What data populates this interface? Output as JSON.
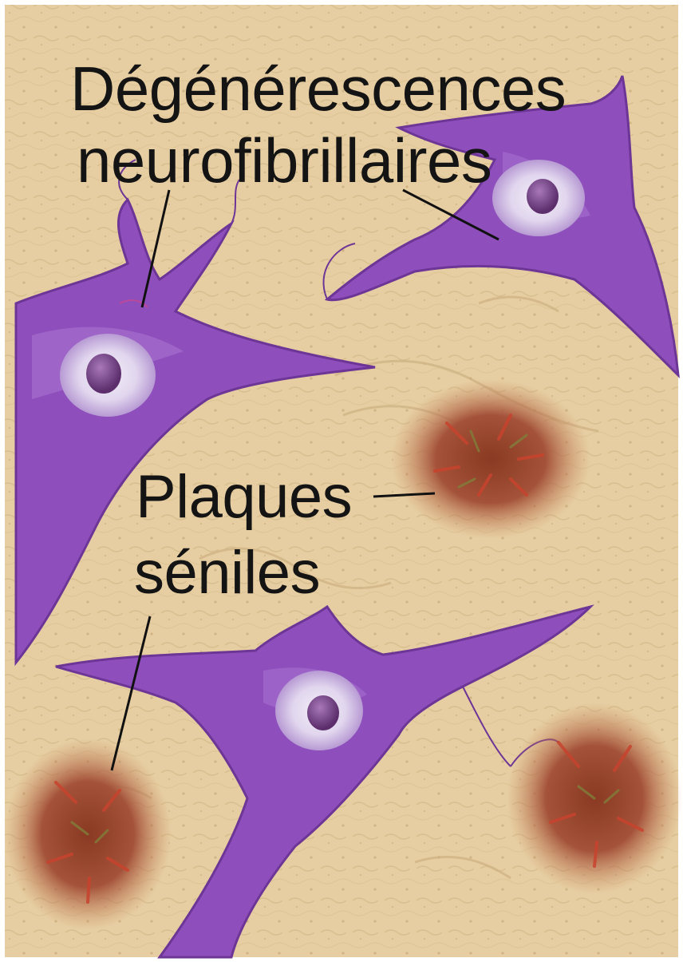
{
  "labels": {
    "neurofibrillary_tangles": {
      "line1": "Dégénérescences",
      "line2": "neurofibrillaires"
    },
    "senile_plaques": {
      "line1": "Plaques",
      "line2": "séniles"
    }
  },
  "colors": {
    "background_tissue": "#e8d2a6",
    "background_texture": "#c9ad7c",
    "neuron_body": "#8e4fbc",
    "neuron_dark": "#6d3596",
    "neuron_light": "#b27fd6",
    "nucleus_halo": "#e6e0ef",
    "nucleolus": "#6a3a78",
    "plaque_core": "#9a4a2a",
    "plaque_red": "#c8432e",
    "plaque_green": "#7f7f3a",
    "leader_line": "#111111",
    "label_text": "#141414"
  }
}
